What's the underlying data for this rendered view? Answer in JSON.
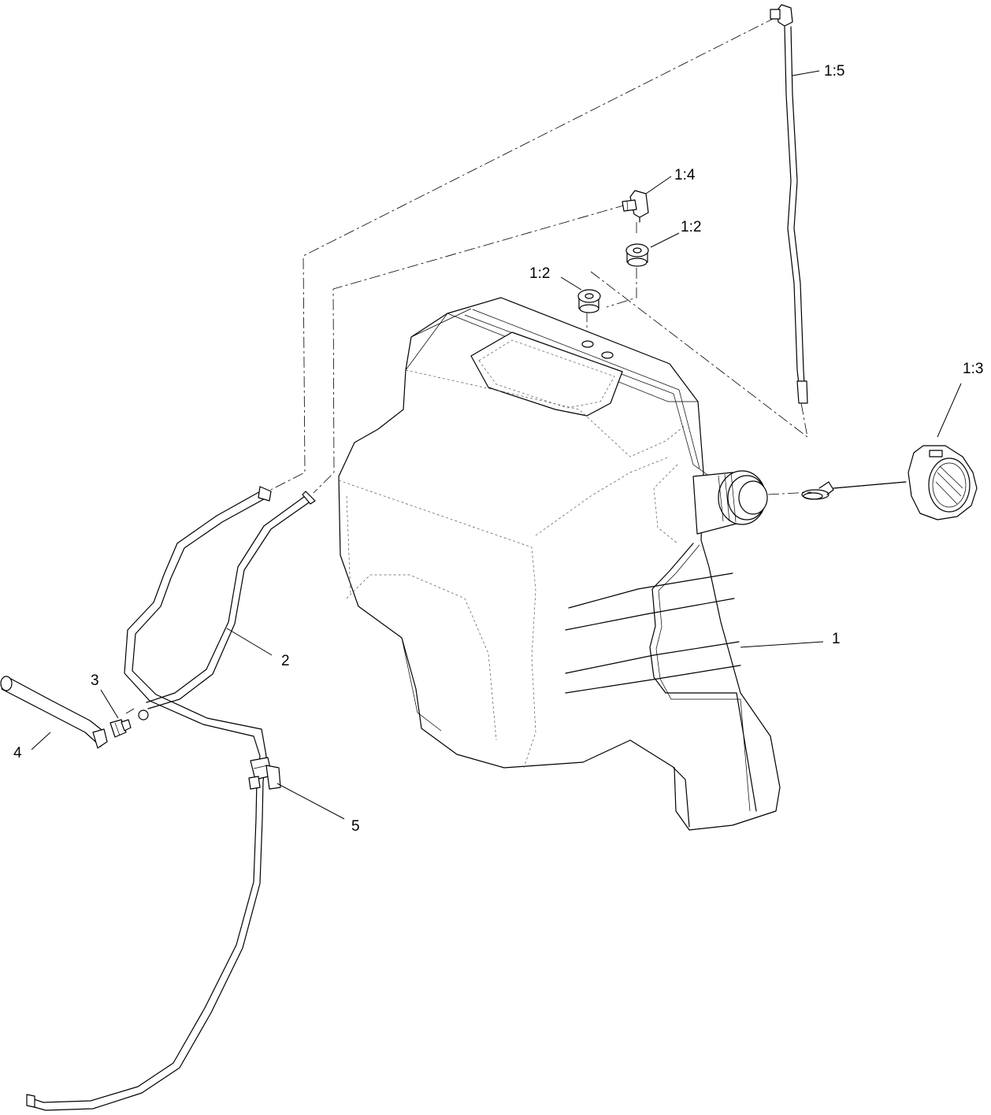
{
  "callouts": {
    "c1_5": "1:5",
    "c1_4": "1:4",
    "c1_2a": "1:2",
    "c1_2b": "1:2",
    "c1_3": "1:3",
    "c1": "1",
    "c2": "2",
    "c3": "3",
    "c4": "4",
    "c5": "5"
  }
}
